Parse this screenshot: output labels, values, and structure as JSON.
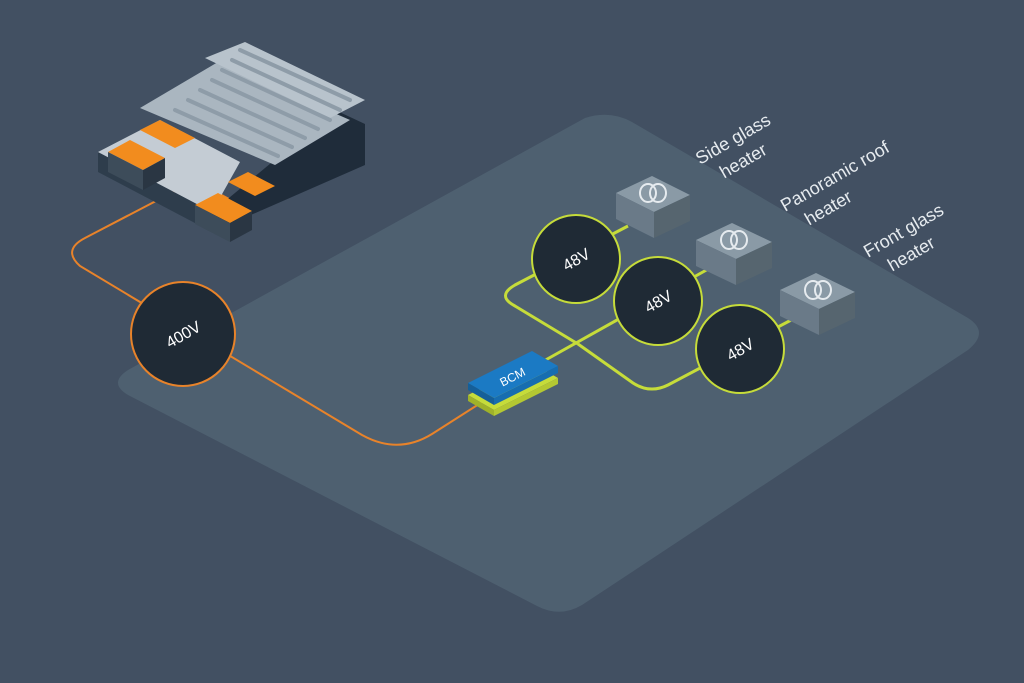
{
  "diagram": {
    "battery_voltage": "400V",
    "control_module": "BCM",
    "branches": [
      {
        "id": "side",
        "voltage": "48V",
        "label_line1": "Side glass",
        "label_line2": "heater"
      },
      {
        "id": "roof",
        "voltage": "48V",
        "label_line1": "Panoramic roof",
        "label_line2": "heater"
      },
      {
        "id": "front",
        "voltage": "48V",
        "label_line1": "Front glass",
        "label_line2": "heater"
      }
    ],
    "icons": {
      "battery": "battery-pack-icon",
      "heater": "heater-coil-icon"
    },
    "colors": {
      "background": "#425062",
      "platform": "#4e6070",
      "high_voltage_line": "#e8832a",
      "low_voltage_line": "#c6dc3a",
      "voltage_badge_fill": "#1f2a35",
      "bcm_blue": "#1b7ac4"
    }
  }
}
